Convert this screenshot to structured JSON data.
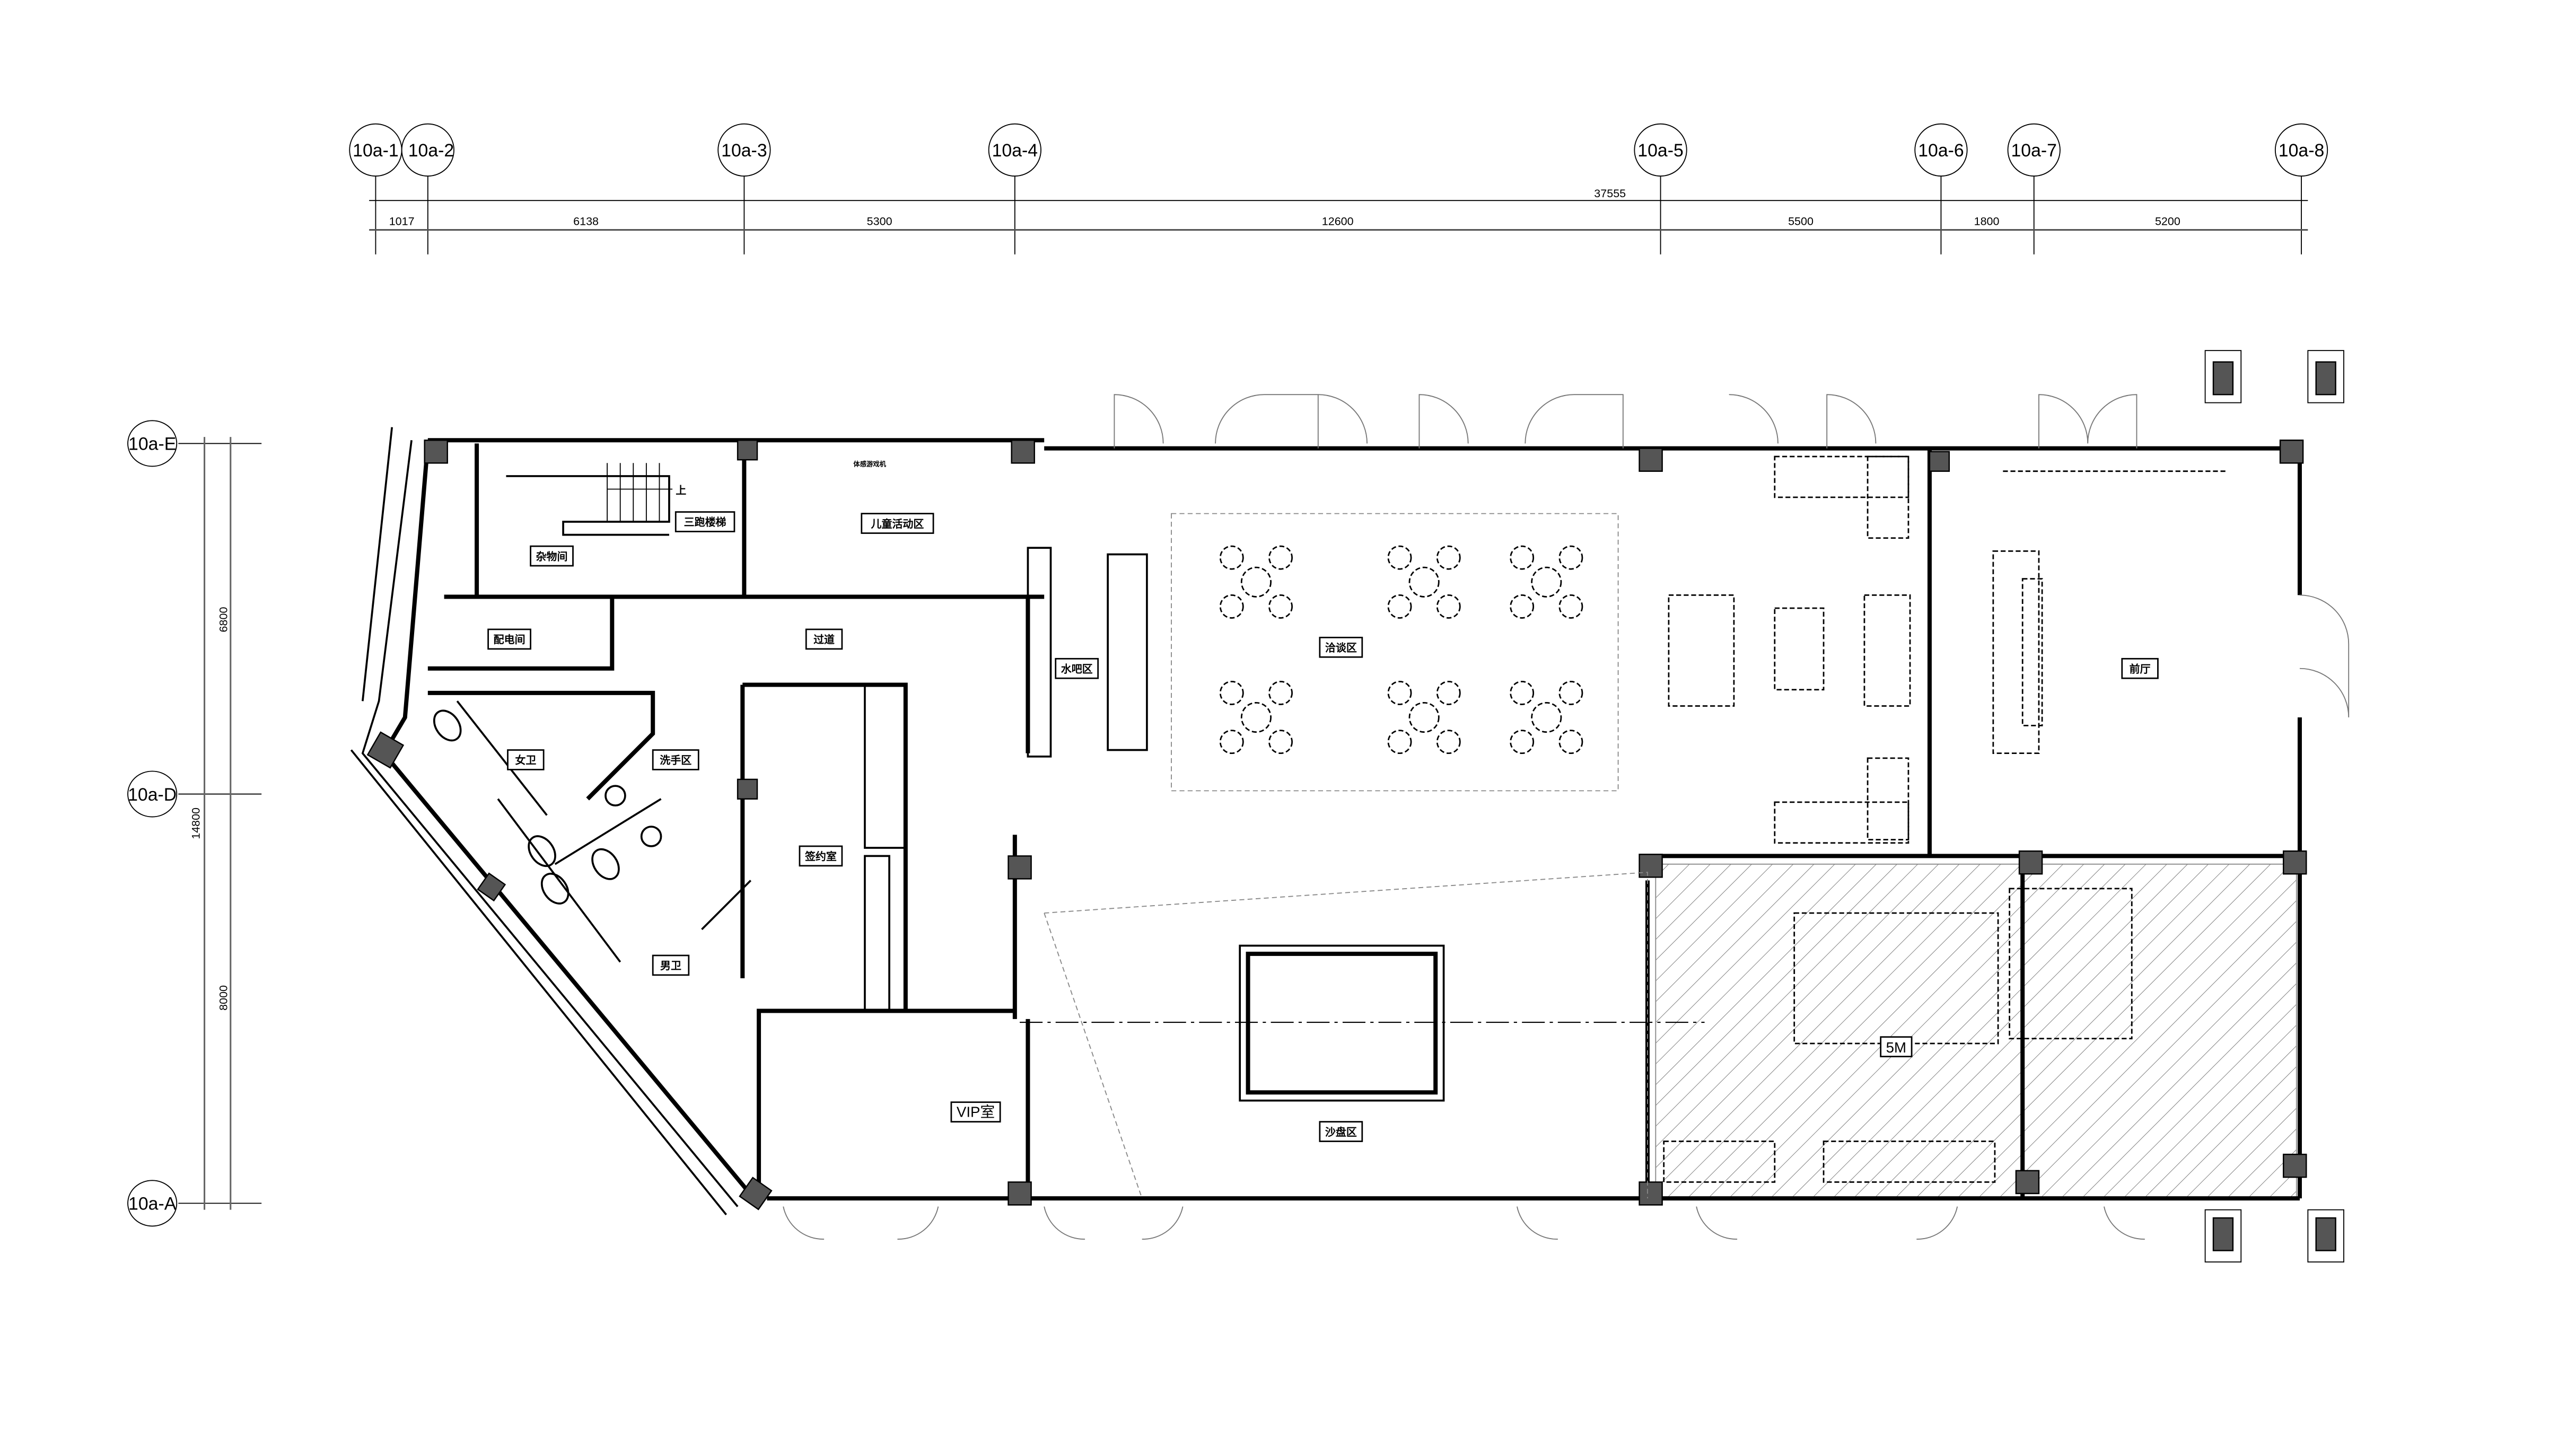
{
  "axes": {
    "columns": [
      "10a-1",
      "10a-2",
      "10a-3",
      "10a-4",
      "10a-5",
      "10a-6",
      "10a-7",
      "10a-8"
    ],
    "rows": [
      "10a-E",
      "10a-D",
      "10a-A"
    ]
  },
  "dimensions": {
    "horizontal_total": "37555",
    "horizontal_segments": [
      "1017",
      "6138",
      "5300",
      "12600",
      "5500",
      "1800",
      "5200"
    ],
    "vertical_total": "14800",
    "vertical_segments": [
      "6800",
      "8000"
    ]
  },
  "rooms": {
    "stair": "三跑楼梯",
    "kids_area": "儿童活动区",
    "game_console": "体感游戏机",
    "storage": "杂物间",
    "electrical": "配电间",
    "corridor": "过道",
    "womens_wc": "女卫",
    "wash_area": "洗手区",
    "signing_room": "签约室",
    "mens_wc": "男卫",
    "vip_room": "VIP室",
    "water_bar": "水吧区",
    "negotiation_area": "洽谈区",
    "sand_table_area": "沙盘区",
    "height_mark": "5M",
    "lobby": "前厅",
    "stair_up": "上"
  }
}
